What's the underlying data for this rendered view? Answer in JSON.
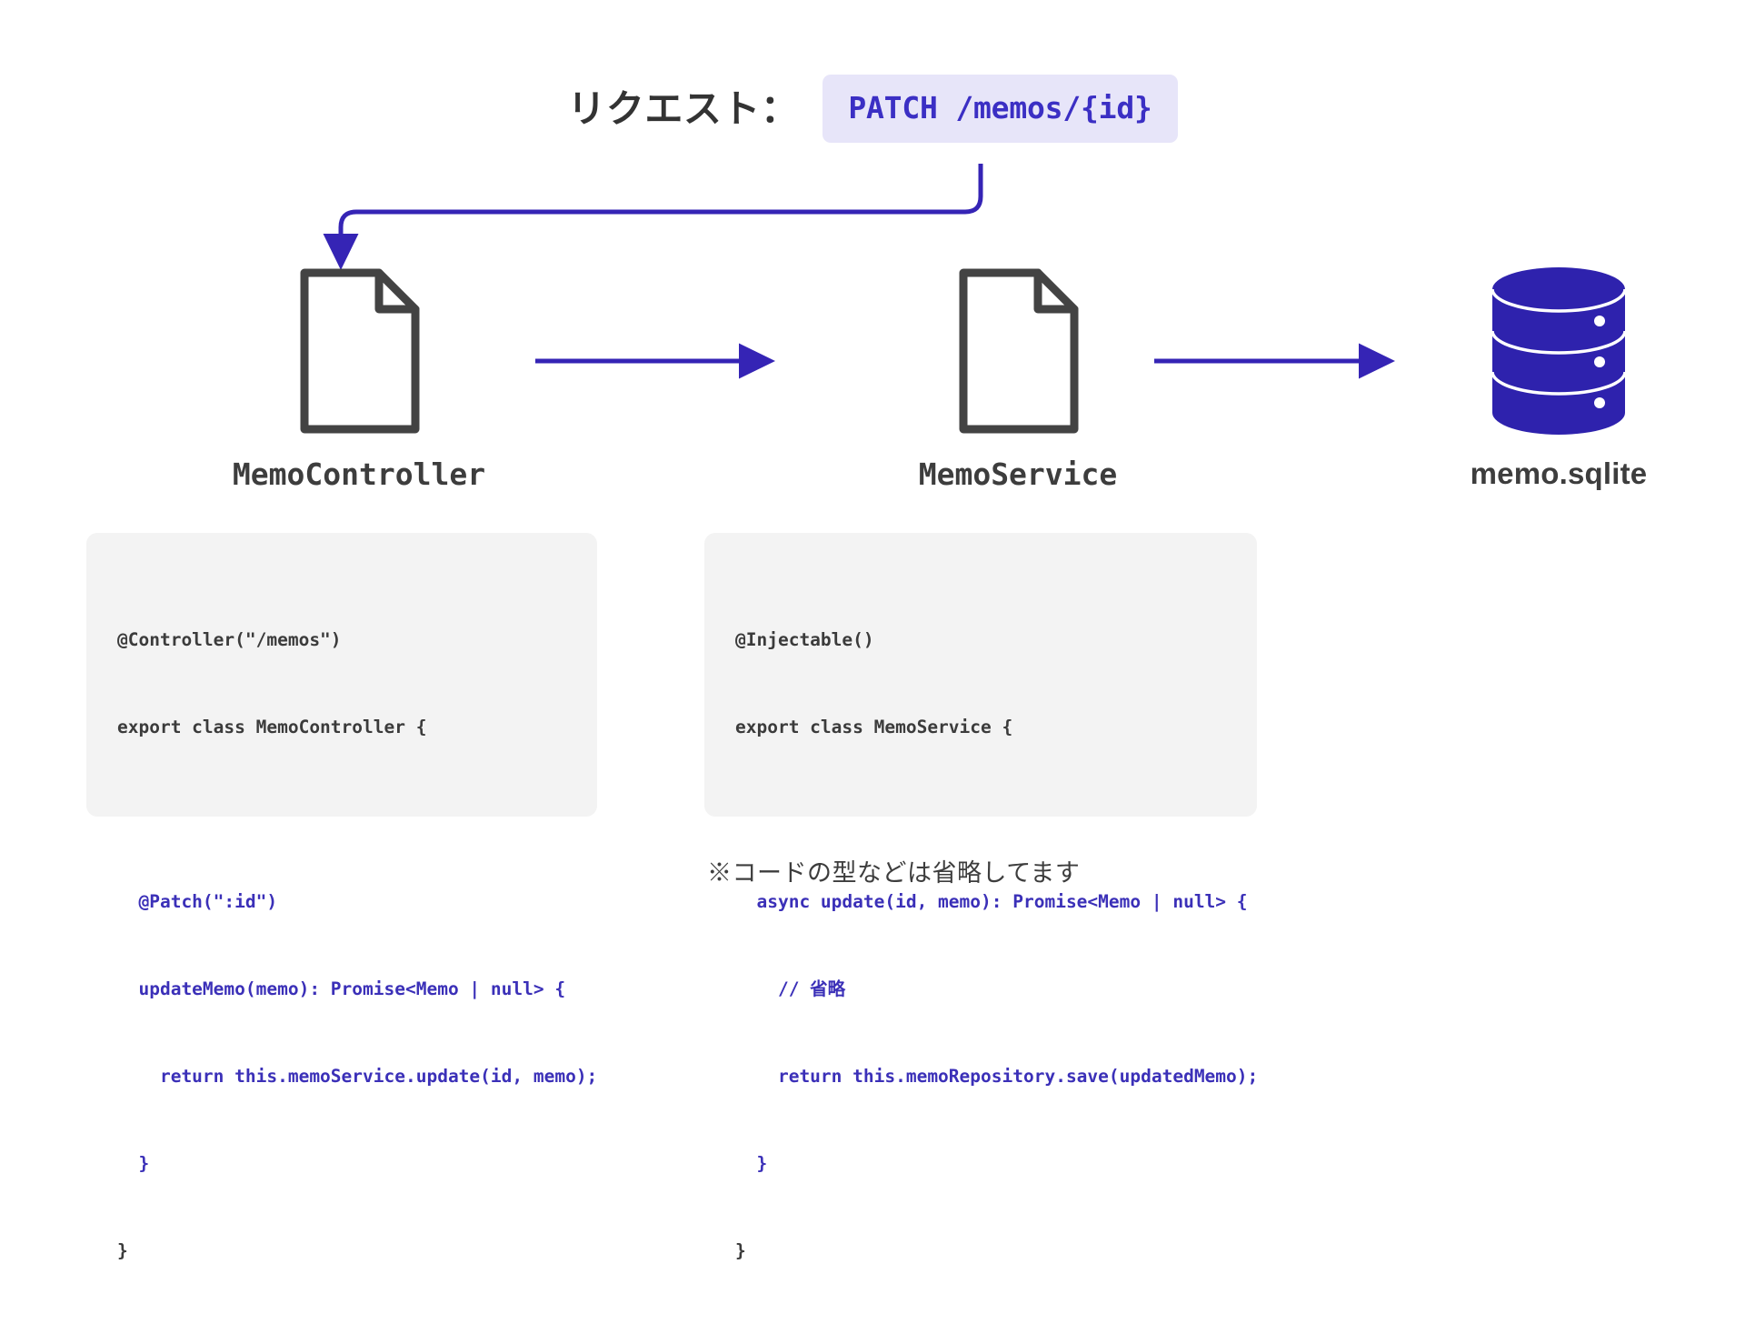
{
  "header": {
    "label": "リクエスト：",
    "badge_text": "PATCH /memos/{id}",
    "badge_bg": "#e7e5f9",
    "badge_fg": "#3b2fc4"
  },
  "colors": {
    "accent_indigo": "#3b30b8",
    "arrow": "#3524b5",
    "icon_outline": "#434343",
    "database_fill": "#2e22ad",
    "code_panel_bg": "#f3f3f3",
    "text_dark": "#3d3d3d"
  },
  "nodes": [
    {
      "id": "controller",
      "label": "MemoController",
      "icon": "document-icon"
    },
    {
      "id": "service",
      "label": "MemoService",
      "icon": "document-icon"
    },
    {
      "id": "database",
      "label": "memo.sqlite",
      "icon": "database-cylinder-icon"
    }
  ],
  "connectors": [
    {
      "id": "request-to-controller",
      "type": "elbow-arrow",
      "from": "request-badge",
      "to": "controller"
    },
    {
      "id": "controller-to-service",
      "type": "straight-arrow",
      "from": "controller",
      "to": "service"
    },
    {
      "id": "service-to-database",
      "type": "straight-arrow",
      "from": "service",
      "to": "database"
    }
  ],
  "code_panels": [
    {
      "id": "controller",
      "lines": [
        {
          "text": "@Controller(\"/memos\")",
          "style": "dark"
        },
        {
          "text": "export class MemoController {",
          "style": "dark"
        },
        {
          "text": "",
          "style": "empty"
        },
        {
          "text": "  @Patch(\":id\")",
          "style": "blue"
        },
        {
          "text": "  updateMemo(memo): Promise<Memo | null> {",
          "style": "blue"
        },
        {
          "text": "    return this.memoService.update(id, memo);",
          "style": "blue"
        },
        {
          "text": "  }",
          "style": "blue"
        },
        {
          "text": "}",
          "style": "dark"
        }
      ]
    },
    {
      "id": "service",
      "lines": [
        {
          "text": "@Injectable()",
          "style": "dark"
        },
        {
          "text": "export class MemoService {",
          "style": "dark"
        },
        {
          "text": "",
          "style": "empty"
        },
        {
          "text": "  async update(id, memo): Promise<Memo | null> {",
          "style": "blue"
        },
        {
          "text": "    // 省略",
          "style": "blue"
        },
        {
          "text": "    return this.memoRepository.save(updatedMemo);",
          "style": "blue"
        },
        {
          "text": "  }",
          "style": "blue"
        },
        {
          "text": "}",
          "style": "dark"
        }
      ]
    }
  ],
  "footnote": "※コードの型などは省略してます"
}
